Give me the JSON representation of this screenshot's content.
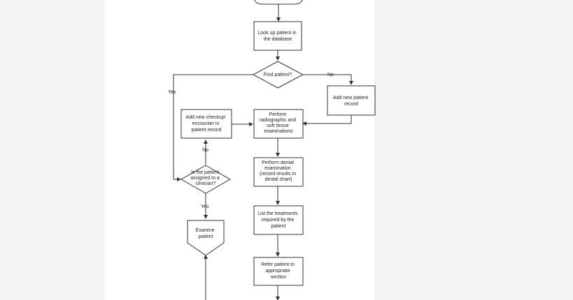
{
  "flowchart": {
    "nodes": {
      "lookup": [
        "Look up patient in",
        "the database"
      ],
      "find": [
        "Find patient?"
      ],
      "add_record": [
        "Add new patient",
        "record"
      ],
      "perform_radio": [
        "Perform",
        "radiographic and",
        "soft tissue",
        "examinations"
      ],
      "add_checkup": [
        "Add new checkup/",
        "encounter in",
        "patient record"
      ],
      "perform_dental": [
        "Perform dental",
        "examination",
        "(record results in",
        "dental chart)"
      ],
      "assigned": [
        "Is the patient",
        "assigned to a",
        "clinician?"
      ],
      "list_treatments": [
        "List the treatments",
        "required by the",
        "patient"
      ],
      "examine": [
        "Examine",
        "patient"
      ],
      "refer": [
        "Refer patient to",
        "appropriate",
        "section"
      ]
    },
    "edge_labels": {
      "find_no": "No",
      "find_yes": "Yes",
      "assigned_no": "No",
      "assigned_yes": "Yes"
    }
  }
}
